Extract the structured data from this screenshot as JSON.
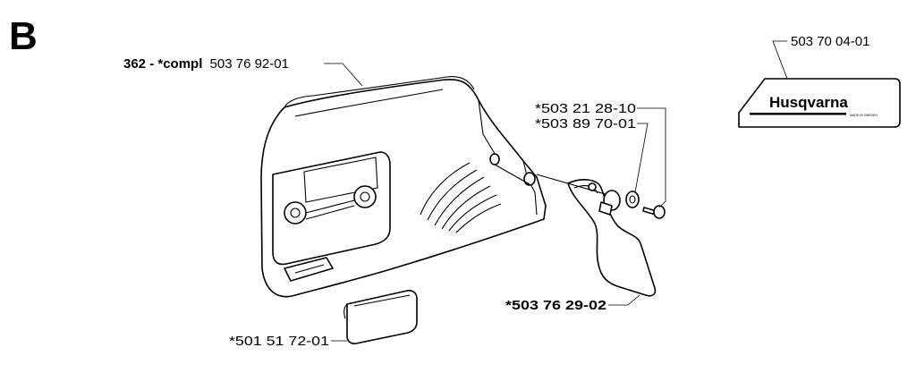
{
  "section_letter": "B",
  "labels": {
    "cover": {
      "prefix": "362 - *compl",
      "number": "503 76 92-01"
    },
    "decal": "503 70 04-01",
    "upper_1": "*503 21 28-10",
    "upper_2": "*503 89 70-01",
    "guard": "*503 76 29-02",
    "pad": "*501 51 72-01"
  },
  "decal_text": {
    "brand": "Husqvarna",
    "small": "MADE IN SWEDEN"
  }
}
